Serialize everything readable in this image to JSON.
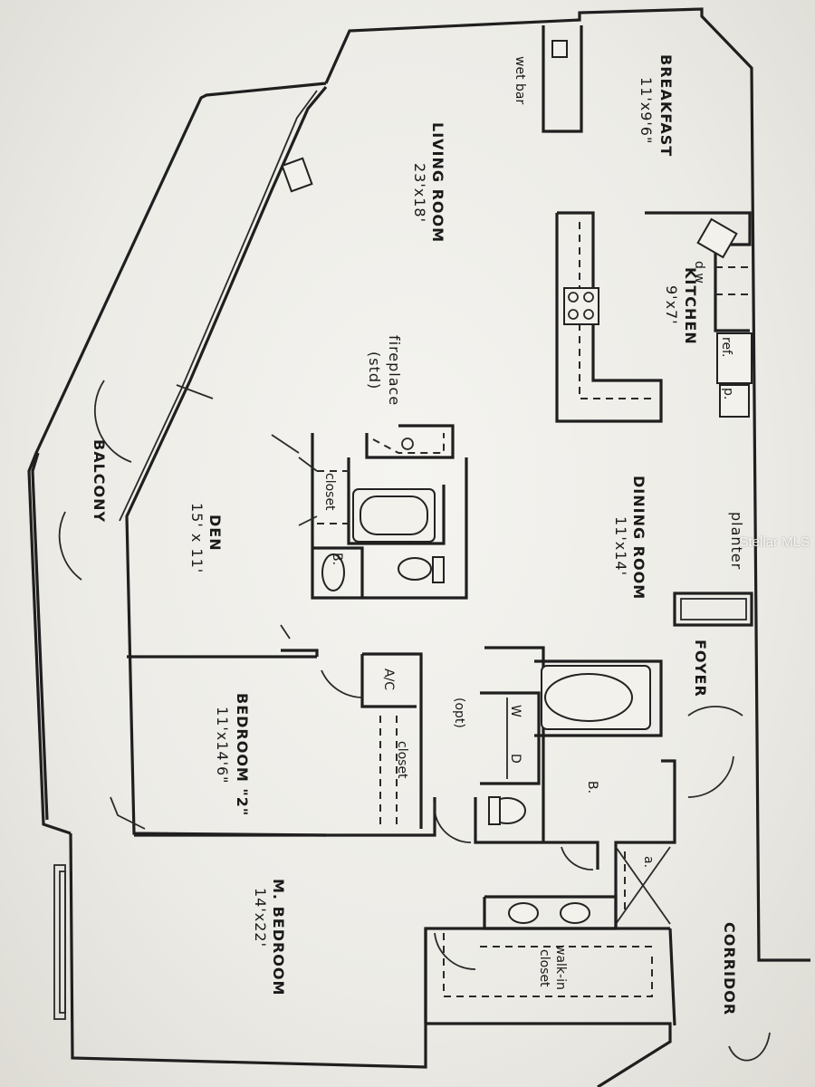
{
  "rooms": {
    "breakfast": {
      "name": "BREAKFAST",
      "dim": "11'x9'6\""
    },
    "wet_bar": {
      "name": "wet bar"
    },
    "living": {
      "name": "LIVING ROOM",
      "dim": "23'x18'"
    },
    "kitchen": {
      "name": "KITCHEN",
      "dim": "9'x7'"
    },
    "fireplace": {
      "name": "fireplace",
      "note": "(std)"
    },
    "dining": {
      "name": "DINING ROOM",
      "dim": "11'x14'"
    },
    "planter": {
      "name": "planter"
    },
    "balcony": {
      "name": "BALCONY"
    },
    "den": {
      "name": "DEN",
      "dim": "15' x 11'"
    },
    "foyer": {
      "name": "FOYER"
    },
    "bedroom2": {
      "name": "BEDROOM \"2\"",
      "dim": "11'x14'6\""
    },
    "master": {
      "name": "M. BEDROOM",
      "dim": "14'x22'"
    },
    "walkin": {
      "name": "walk-in",
      "name2": "closet"
    },
    "corridor": {
      "name": "CORRIDOR"
    }
  },
  "fixtures": {
    "dw": "d w",
    "ref": "ref.",
    "pantry": "p.",
    "closet": "closet",
    "bath": "B.",
    "ac": "A/C",
    "washer": "W",
    "dryer": "D",
    "opt": "(opt)",
    "shower": "a."
  },
  "watermark": "Stellar MLS"
}
